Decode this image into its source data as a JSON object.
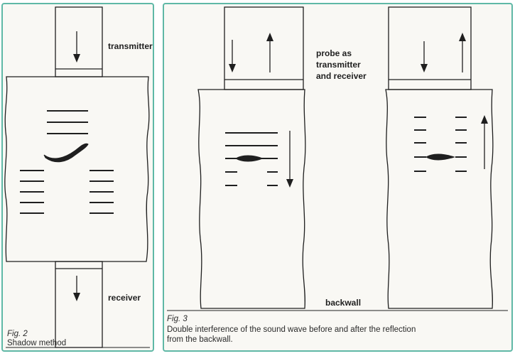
{
  "fig2": {
    "transmitter_label": "transmitter",
    "receiver_label": "receiver",
    "caption_title": "Fig. 2",
    "caption_text": "Shadow method"
  },
  "fig3": {
    "probe_label_line1": "probe as",
    "probe_label_line2": "transmitter",
    "probe_label_line3": "and receiver",
    "backwall_label": "backwall",
    "caption_title": "Fig. 3",
    "caption_line1": "Double interference of the sound wave before and after the reflection",
    "caption_line2": "from the backwall."
  },
  "colors": {
    "frame": "#5fb8a6",
    "ink": "#1f1f1f",
    "paper": "#f9f8f4"
  }
}
